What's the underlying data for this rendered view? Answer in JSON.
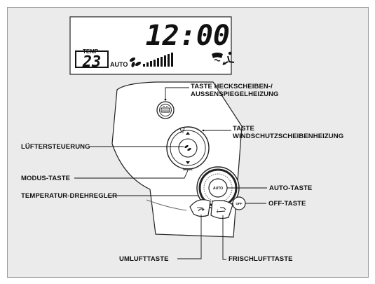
{
  "display": {
    "clock": "12:00",
    "temp_label": "TEMP",
    "temp_value": "23",
    "auto": "AUTO"
  },
  "panel": {
    "mode_label": "MODE",
    "auto_button": "AUTO",
    "off_button": "OFF"
  },
  "labels": {
    "rear_defrost_line1": "TASTE HECKSCHEIBEN-/",
    "rear_defrost_line2": "AUSSENSPIEGELHEIZUNG",
    "windshield_line1": "TASTE",
    "windshield_line2": "WINDSCHUTZSCHEIBENHEIZUNG",
    "fan_control": "LÜFTERSTEUERUNG",
    "mode_button": "MODUS-TASTE",
    "temp_dial": "TEMPERATUR-DREHREGLER",
    "auto_button": "AUTO-TASTE",
    "off_button": "OFF-TASTE",
    "recirculation": "UMLUFTTASTE",
    "fresh_air": "FRISCHLUFTTASTE"
  }
}
